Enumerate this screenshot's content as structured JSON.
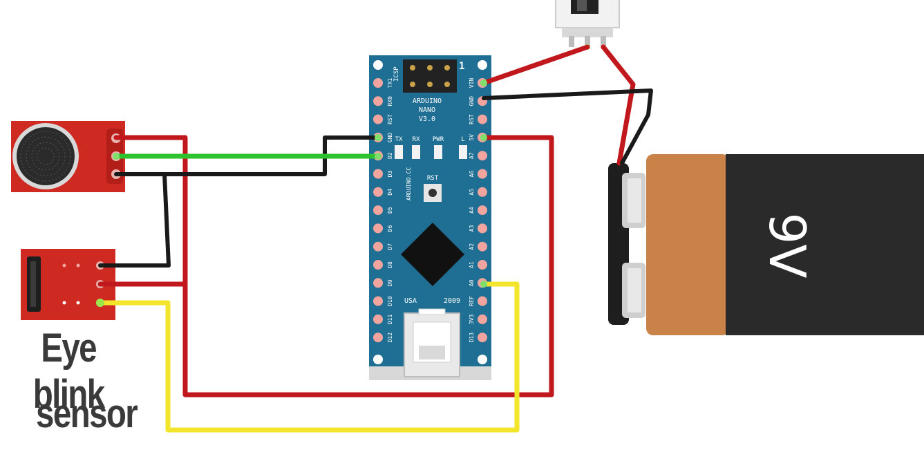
{
  "caption": {
    "line1": "Eye blink",
    "line2": "sensor"
  },
  "board": {
    "title1": "ARDUINO",
    "title2": "NANO",
    "title3": "V3.0",
    "icsp": "ICSP",
    "one": "1",
    "tx": "TX",
    "rx": "RX",
    "pwr": "PWR",
    "l": "L",
    "rst": "RST",
    "vendor": "ARDUINO.CC",
    "usa": "USA",
    "year": "2009",
    "left_pins": [
      "TX1",
      "RX0",
      "RST",
      "GND",
      "D2",
      "D3",
      "D4",
      "D5",
      "D6",
      "D7",
      "D8",
      "D9",
      "D10",
      "D11",
      "D12"
    ],
    "right_pins": [
      "VIN",
      "GND",
      "RST",
      "5V",
      "A7",
      "A6",
      "A5",
      "A4",
      "A3",
      "A2",
      "A1",
      "A0",
      "REF",
      "3V3",
      "D13"
    ]
  },
  "battery": {
    "label": "9V"
  },
  "colors": {
    "board": "#1f6f94",
    "wire_red": "#c0181c",
    "wire_black": "#1a1a1a",
    "wire_green": "#2ec22e",
    "wire_yellow": "#f2e52b",
    "sensor_pcb": "#cf2a22",
    "battery_copper": "#c98349",
    "battery_black": "#2a2a2a"
  }
}
